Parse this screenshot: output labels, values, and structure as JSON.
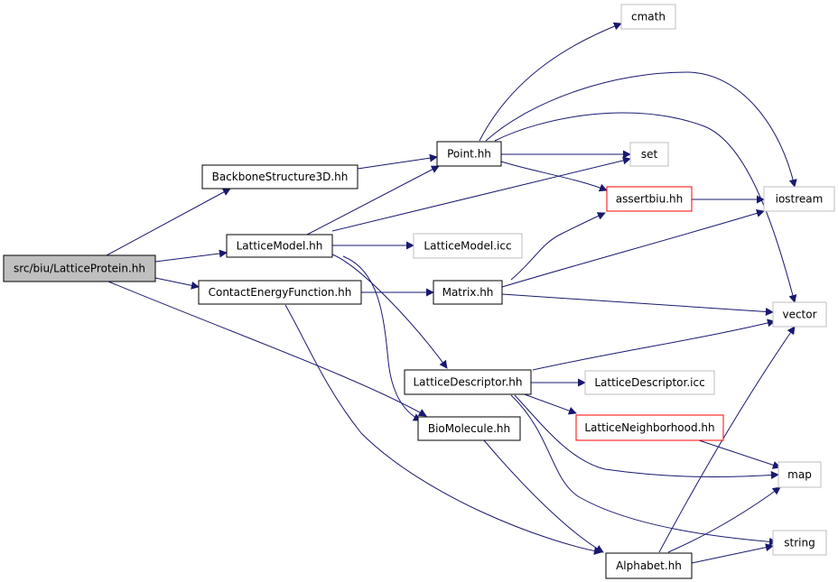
{
  "colors": {
    "edge": "#191970",
    "arrowhead": "#191970",
    "root_fill": "#bfbfbf",
    "default_border": "#000000",
    "external_border": "#bfbfbf",
    "error_border": "#ff0000",
    "node_fill": "#ffffff"
  },
  "nodes": {
    "lattice_protein": {
      "label": "src/biu/LatticeProtein.hh",
      "style": "root"
    },
    "backbone_structure_3d": {
      "label": "BackboneStructure3D.hh",
      "style": "normal"
    },
    "lattice_model": {
      "label": "LatticeModel.hh",
      "style": "normal"
    },
    "contact_energy_function": {
      "label": "ContactEnergyFunction.hh",
      "style": "normal"
    },
    "point": {
      "label": "Point.hh",
      "style": "normal"
    },
    "matrix": {
      "label": "Matrix.hh",
      "style": "normal"
    },
    "lattice_descriptor": {
      "label": "LatticeDescriptor.hh",
      "style": "normal"
    },
    "bio_molecule": {
      "label": "BioMolecule.hh",
      "style": "normal"
    },
    "alphabet": {
      "label": "Alphabet.hh",
      "style": "normal"
    },
    "assertbiu": {
      "label": "assertbiu.hh",
      "style": "error"
    },
    "lattice_neighborhood": {
      "label": "LatticeNeighborhood.hh",
      "style": "error"
    },
    "cmath": {
      "label": "cmath",
      "style": "external"
    },
    "set": {
      "label": "set",
      "style": "external"
    },
    "iostream": {
      "label": "iostream",
      "style": "external"
    },
    "lattice_model_icc": {
      "label": "LatticeModel.icc",
      "style": "external"
    },
    "vector": {
      "label": "vector",
      "style": "external"
    },
    "lattice_descriptor_icc": {
      "label": "LatticeDescriptor.icc",
      "style": "external"
    },
    "map": {
      "label": "map",
      "style": "external"
    },
    "string": {
      "label": "string",
      "style": "external"
    }
  },
  "edges": [
    {
      "from": "lattice_protein",
      "to": "backbone_structure_3d"
    },
    {
      "from": "lattice_protein",
      "to": "lattice_model"
    },
    {
      "from": "lattice_protein",
      "to": "contact_energy_function"
    },
    {
      "from": "lattice_protein",
      "to": "bio_molecule"
    },
    {
      "from": "backbone_structure_3d",
      "to": "point"
    },
    {
      "from": "lattice_model",
      "to": "point"
    },
    {
      "from": "lattice_model",
      "to": "set"
    },
    {
      "from": "lattice_model",
      "to": "lattice_model_icc"
    },
    {
      "from": "lattice_model",
      "to": "lattice_descriptor"
    },
    {
      "from": "lattice_model",
      "to": "bio_molecule"
    },
    {
      "from": "contact_energy_function",
      "to": "matrix"
    },
    {
      "from": "contact_energy_function",
      "to": "alphabet"
    },
    {
      "from": "point",
      "to": "cmath"
    },
    {
      "from": "point",
      "to": "set"
    },
    {
      "from": "point",
      "to": "assertbiu"
    },
    {
      "from": "point",
      "to": "iostream"
    },
    {
      "from": "point",
      "to": "vector"
    },
    {
      "from": "assertbiu",
      "to": "iostream"
    },
    {
      "from": "matrix",
      "to": "assertbiu"
    },
    {
      "from": "matrix",
      "to": "iostream"
    },
    {
      "from": "matrix",
      "to": "vector"
    },
    {
      "from": "lattice_descriptor",
      "to": "vector"
    },
    {
      "from": "lattice_descriptor",
      "to": "lattice_descriptor_icc"
    },
    {
      "from": "lattice_descriptor",
      "to": "lattice_neighborhood"
    },
    {
      "from": "lattice_descriptor",
      "to": "map"
    },
    {
      "from": "lattice_descriptor",
      "to": "string"
    },
    {
      "from": "lattice_neighborhood",
      "to": "map"
    },
    {
      "from": "bio_molecule",
      "to": "alphabet"
    },
    {
      "from": "alphabet",
      "to": "vector"
    },
    {
      "from": "alphabet",
      "to": "map"
    },
    {
      "from": "alphabet",
      "to": "string"
    }
  ]
}
